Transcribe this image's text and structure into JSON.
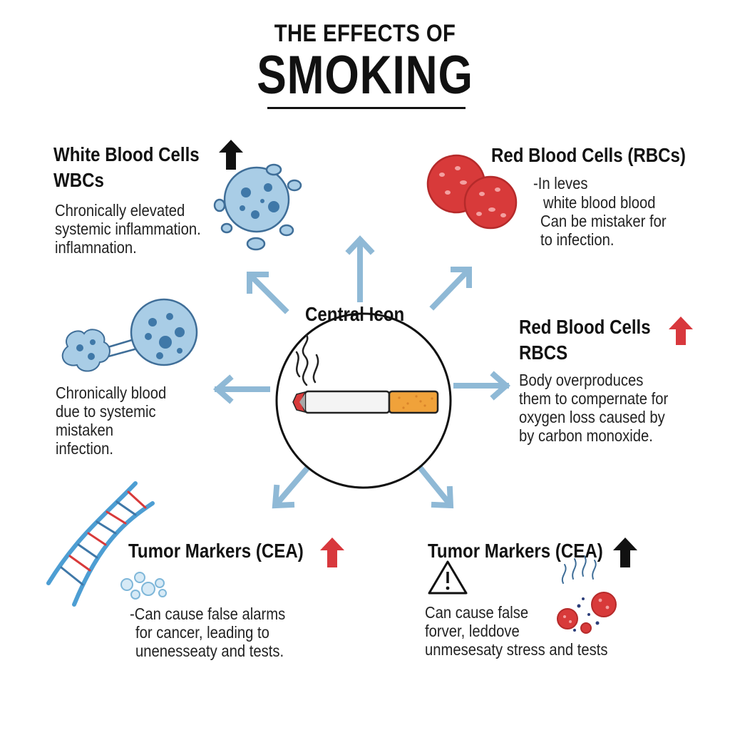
{
  "title": {
    "line1": "THE EFFECTS OF",
    "line2": "SMOKING"
  },
  "center": {
    "label": "Central Icon"
  },
  "panels": {
    "wbc_top": {
      "heading_line1": "White Blood Cells",
      "heading_line2": "WBCs",
      "trend": "up",
      "body": [
        "Chronically elevated",
        "systemic inflammation.",
        "inflamnation."
      ]
    },
    "rbc_top": {
      "heading_line1": "Red Blood Cells (RBCs)",
      "body": [
        "-In leves",
        "white blood blood",
        "Can be mistaker for",
        "to infection."
      ]
    },
    "wbc_left": {
      "body": [
        "Chronically blood",
        "due to systemic",
        "mistaken",
        "infection."
      ]
    },
    "rbc_right": {
      "heading_line1": "Red Blood Cells",
      "heading_line2": "RBCS",
      "trend": "up",
      "body": [
        "Body overproduces",
        "them to compernate for",
        "oxygen loss caused by",
        "by carbon monoxide."
      ]
    },
    "tumor_left": {
      "heading_line1": "Tumor Markers (CEA)",
      "trend": "up",
      "body": [
        "-Can cause false alarms",
        "for cancer, leading to",
        "unenesseaty and tests."
      ]
    },
    "tumor_right": {
      "heading_line1": "Tumor Markers (CEA)",
      "trend": "up",
      "body": [
        "Can cause false",
        "forver, leddove",
        "unmesesaty stress and tests"
      ]
    }
  },
  "colors": {
    "ink": "#111111",
    "arrow": "#8fb9d6",
    "wbc_fill": "#a9cde6",
    "wbc_nucleus": "#3f78a8",
    "rbc": "#d83a3a",
    "warn_up": "#d8383d",
    "filter": "#f0a23a"
  },
  "icons": [
    "up-arrow-icon",
    "warning-icon",
    "cigarette-icon",
    "smoke-icon",
    "dna-icon",
    "white-blood-cell-icon",
    "red-blood-cell-icon"
  ]
}
